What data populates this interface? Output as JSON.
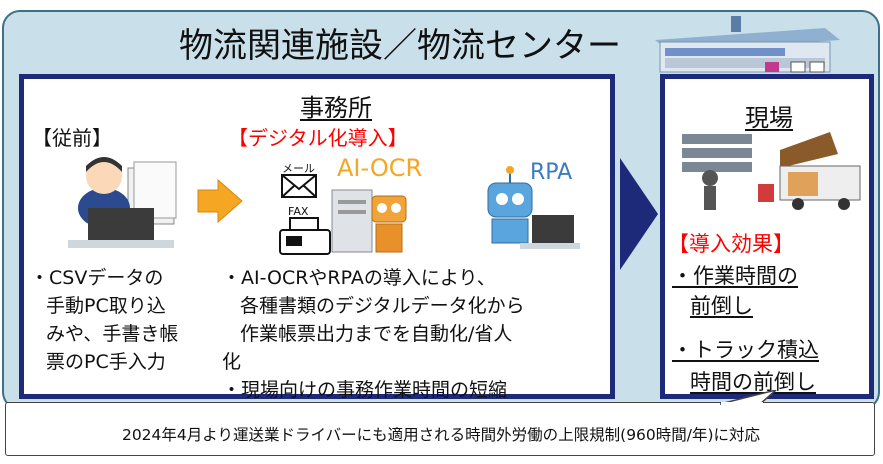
{
  "title": "物流関連施設／物流センター",
  "office": {
    "heading": "事務所",
    "before_label": "【従前】",
    "after_label": "【デジタル化導入】",
    "mail_label": "メール",
    "fax_label": "FAX",
    "aiocr_label": "AI-OCR",
    "rpa_label": "RPA",
    "before_text": [
      "・CSVデータの",
      "手動PC取り込",
      "みや、手書き帳",
      "票のPC手入力"
    ],
    "after_text": [
      "・AI-OCRやRPAの導入により、",
      "各種書類のデジタルデータ化から",
      "作業帳票出力までを自動化/省人",
      "化",
      "・現場向けの事務作業時間の短縮"
    ]
  },
  "site": {
    "heading": "現場",
    "effect_label": "【導入効果】",
    "effect1": [
      "・作業時間の",
      "前倒し"
    ],
    "effect2": [
      "・トラック積込",
      "時間の前倒し"
    ]
  },
  "note": "2024年4月より運送業ドライバーにも適用される時間外労働の上限規制(960時間/年)に対応",
  "colors": {
    "frame": "#1d2a7a",
    "background": "#c9e0ea",
    "accent_red": "#ff0000",
    "arrow": "#f5a623"
  }
}
